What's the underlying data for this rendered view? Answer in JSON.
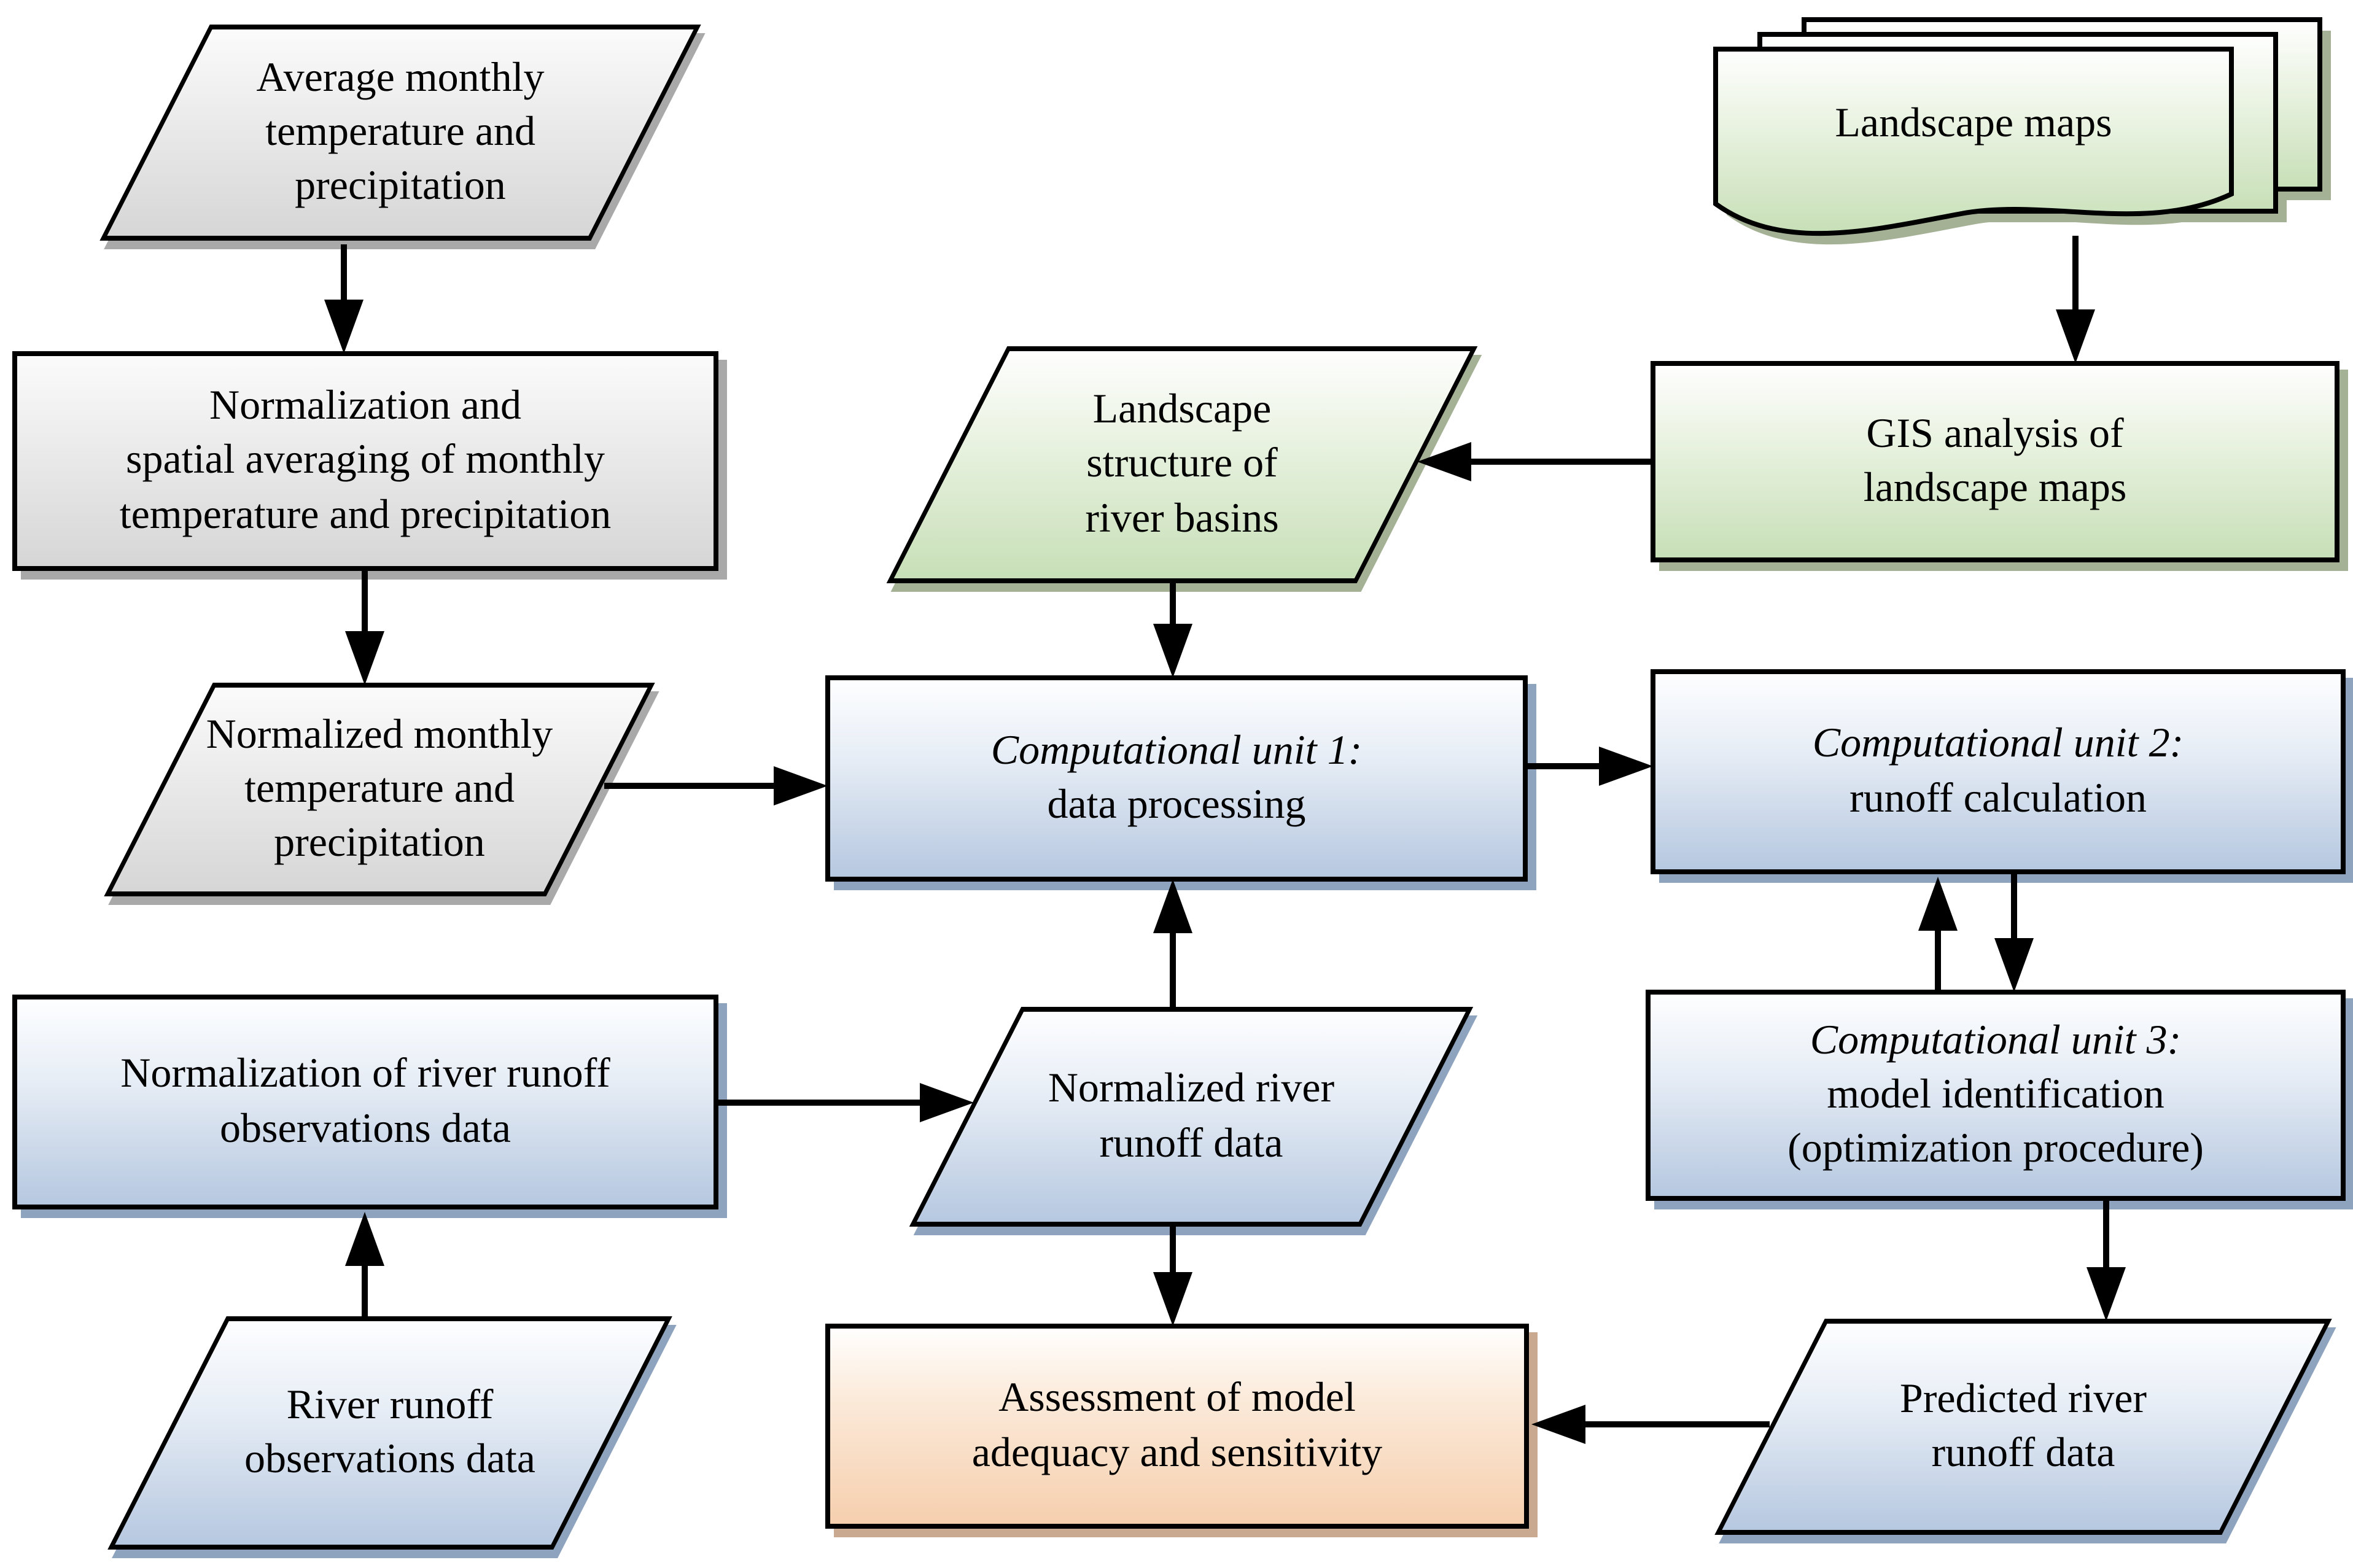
{
  "diagram": {
    "type": "flowchart",
    "description": "Hydrological runoff modelling workflow",
    "palette": {
      "gray_fill_bottom": "#d6d6d6",
      "blue_fill_bottom": "#b6c8e0",
      "green_fill_bottom": "#c7dfb7",
      "peach_fill_bottom": "#f6cfae",
      "border": "#000000",
      "shadow_gray": "#a9a9a9",
      "shadow_blue": "#8ea4be",
      "shadow_green": "#a4b195",
      "shadow_peach": "#c9a98f"
    },
    "nodes": {
      "avg_monthly": {
        "shape": "parallelogram",
        "color": "gray",
        "lines": [
          "Average monthly",
          "temperature and",
          "precipitation"
        ]
      },
      "norm_spatial": {
        "shape": "rectangle",
        "color": "gray",
        "lines": [
          "Normalization and",
          "spatial averaging of monthly",
          "temperature and precipitation"
        ]
      },
      "norm_monthly": {
        "shape": "parallelogram",
        "color": "gray",
        "lines": [
          "Normalized monthly",
          "temperature and",
          "precipitation"
        ]
      },
      "norm_river_obs": {
        "shape": "rectangle",
        "color": "blue",
        "lines": [
          "Normalization of river runoff",
          "observations data"
        ]
      },
      "river_obs": {
        "shape": "parallelogram",
        "color": "blue",
        "lines": [
          "River runoff",
          "observations data"
        ]
      },
      "landscape_maps": {
        "shape": "document-stack",
        "color": "green",
        "lines": [
          "Landscape maps"
        ]
      },
      "landscape_structure": {
        "shape": "parallelogram",
        "color": "green",
        "lines": [
          "Landscape",
          "structure of",
          "river basins"
        ]
      },
      "gis_analysis": {
        "shape": "rectangle",
        "color": "green",
        "lines": [
          "GIS analysis of",
          "landscape maps"
        ]
      },
      "cu1": {
        "shape": "rectangle",
        "color": "blue",
        "title": "Computational unit 1:",
        "lines": [
          "data processing"
        ]
      },
      "cu2": {
        "shape": "rectangle",
        "color": "blue",
        "title": "Computational unit 2:",
        "lines": [
          "runoff calculation"
        ]
      },
      "cu3": {
        "shape": "rectangle",
        "color": "blue",
        "title": "Computational unit 3:",
        "lines": [
          "model identification",
          "(optimization procedure)"
        ]
      },
      "norm_runoff": {
        "shape": "parallelogram",
        "color": "blue",
        "lines": [
          "Normalized river",
          "runoff data"
        ]
      },
      "assessment": {
        "shape": "rectangle",
        "color": "peach",
        "lines": [
          "Assessment of model",
          "adequacy and sensitivity"
        ]
      },
      "predicted": {
        "shape": "parallelogram",
        "color": "blue",
        "lines": [
          "Predicted river",
          "runoff data"
        ]
      }
    },
    "edges": [
      "avg_monthly -> norm_spatial",
      "norm_spatial -> norm_monthly",
      "norm_monthly -> cu1",
      "landscape_maps -> gis_analysis",
      "gis_analysis -> landscape_structure",
      "landscape_structure -> cu1",
      "cu1 -> cu2",
      "cu3 -> cu2",
      "cu2 -> cu3",
      "norm_river_obs -> norm_runoff",
      "river_obs -> norm_river_obs",
      "norm_runoff -> cu1",
      "norm_runoff -> assessment",
      "cu3 -> predicted",
      "predicted -> assessment"
    ]
  }
}
